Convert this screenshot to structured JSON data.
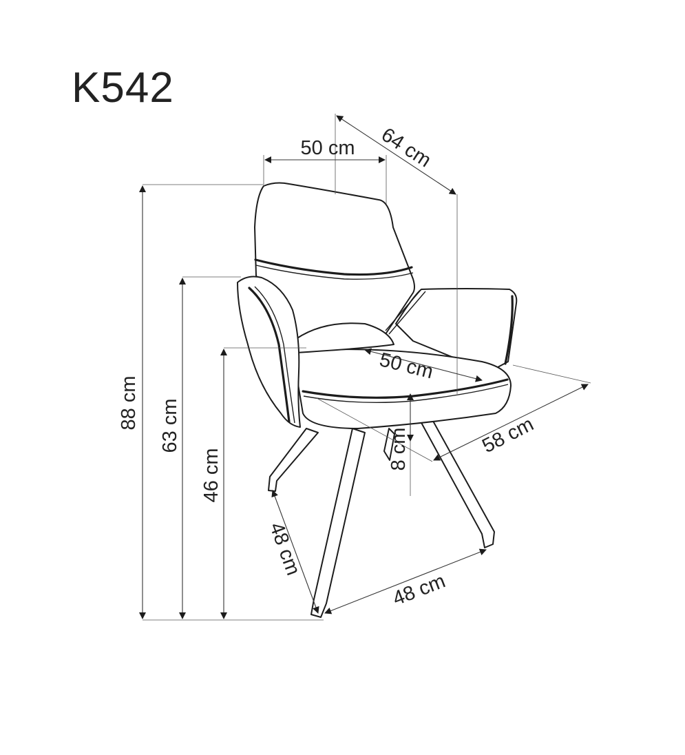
{
  "title": "K542",
  "dimensions": {
    "back_width": "50 cm",
    "depth_diagonal": "64 cm",
    "seat_width": "50 cm",
    "seat_depth": "58 cm",
    "total_height": "88 cm",
    "armrest_height": "63 cm",
    "seat_height": "46 cm",
    "seat_thickness": "8 cm",
    "base_left": "48 cm",
    "base_right": "48 cm"
  },
  "colors": {
    "line": "#1c1c1c",
    "dimension": "#333333",
    "background": "#ffffff"
  }
}
